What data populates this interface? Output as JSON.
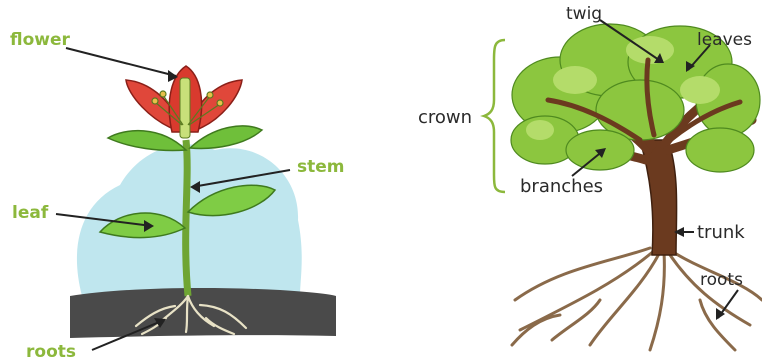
{
  "left_diagram": {
    "labels": {
      "flower": "flower",
      "stem": "stem",
      "leaf": "leaf",
      "roots": "roots"
    }
  },
  "right_diagram": {
    "labels": {
      "twig": "twig",
      "leaves": "leaves",
      "crown": "crown",
      "branches": "branches",
      "trunk": "trunk",
      "roots": "roots"
    }
  },
  "colors": {
    "plant_label": "#8cb83c",
    "tree_label": "#2a2a2a",
    "soil": "#4a4a4a",
    "sky_blob": "#bfe6ee",
    "petal": "#e0473a",
    "stem": "#6fa533",
    "foliage": "#8cc63f",
    "trunk": "#6b3a1f",
    "tree_roots": "#8a6a4a"
  }
}
